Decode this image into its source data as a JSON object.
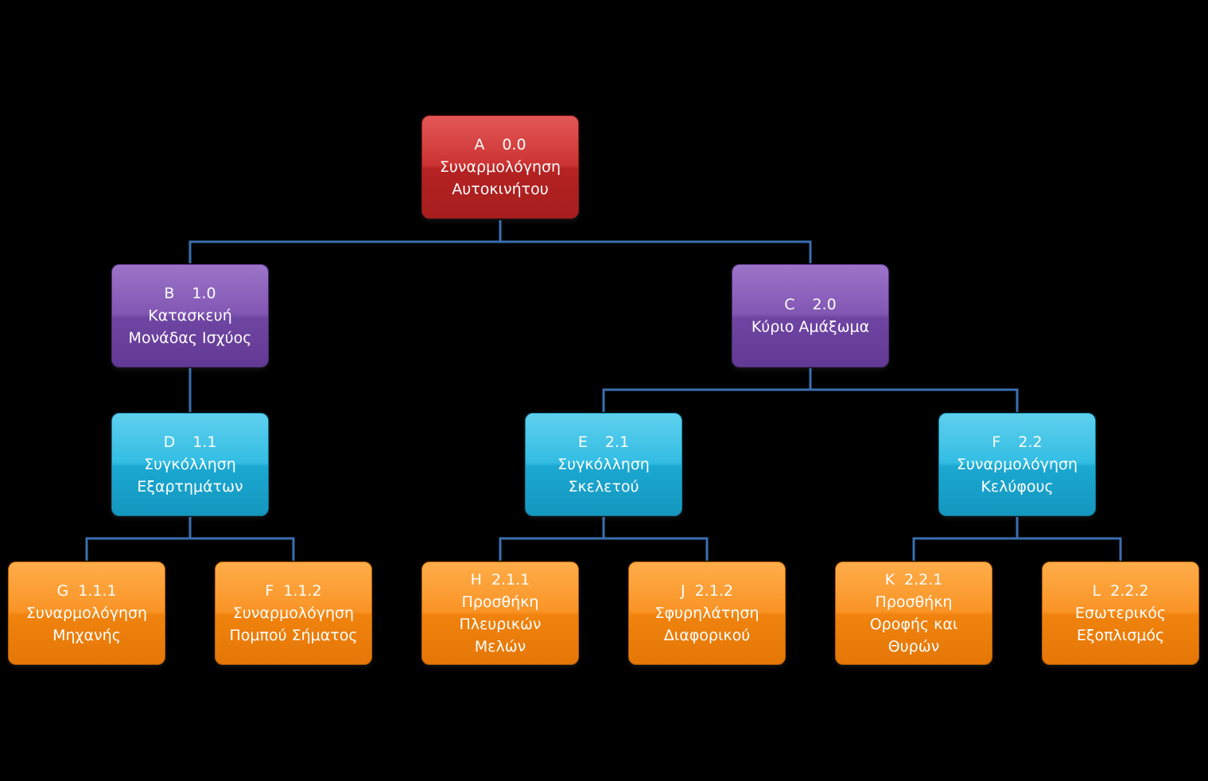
{
  "colors": {
    "background": "#000000",
    "connector": "#3a6fb0",
    "level0": "#cc3333",
    "level1": "#8257b4",
    "level2": "#33bde3",
    "level3": "#f99426",
    "text": "#ffffff"
  },
  "nodes": {
    "A": {
      "letter": "A",
      "code": "0.0",
      "line1": "Συναρμολόγηση",
      "line2": "Αυτοκινήτου",
      "line3": ""
    },
    "B": {
      "letter": "B",
      "code": "1.0",
      "line1": "Κατασκευή",
      "line2": "Μονάδας Ισχύος",
      "line3": ""
    },
    "C": {
      "letter": "C",
      "code": "2.0",
      "line1": "Κύριο Αμάξωμα",
      "line2": "",
      "line3": ""
    },
    "D": {
      "letter": "D",
      "code": "1.1",
      "line1": "Συγκόλληση",
      "line2": "Εξαρτημάτων",
      "line3": ""
    },
    "E": {
      "letter": "E",
      "code": "2.1",
      "line1": "Συγκόλληση",
      "line2": "Σκελετού",
      "line3": ""
    },
    "F22": {
      "letter": "F",
      "code": "2.2",
      "line1": "Συναρμολόγηση",
      "line2": "Κελύφους",
      "line3": ""
    },
    "G": {
      "letter": "G",
      "code": "1.1.1",
      "line1": "Συναρμολόγηση",
      "line2": "Μηχανής",
      "line3": ""
    },
    "F112": {
      "letter": "F",
      "code": "1.1.2",
      "line1": "Συναρμολόγηση",
      "line2": "Πομπού Σήματος",
      "line3": ""
    },
    "H": {
      "letter": "H",
      "code": "2.1.1",
      "line1": "Προσθήκη",
      "line2": "Πλευρικών",
      "line3": "Μελών"
    },
    "J": {
      "letter": "J",
      "code": "2.1.2",
      "line1": "Σφυρηλάτηση",
      "line2": "Διαφορικού",
      "line3": ""
    },
    "K": {
      "letter": "K",
      "code": "2.2.1",
      "line1": "Προσθήκη",
      "line2": "Οροφής και",
      "line3": "Θυρών"
    },
    "L": {
      "letter": "L",
      "code": "2.2.2",
      "line1": "Εσωτερικός",
      "line2": "Εξοπλισμός",
      "line3": ""
    }
  }
}
